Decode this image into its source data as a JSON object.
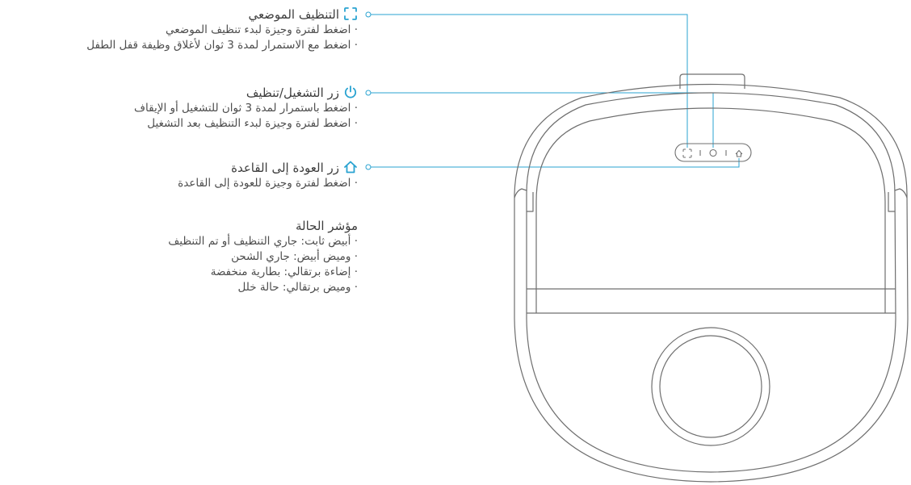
{
  "colors": {
    "accent": "#2aa3d1",
    "outline": "#6f6f6f",
    "text": "#4a4a4a"
  },
  "sections": [
    {
      "id": "spot",
      "icon": "spot-clean-icon",
      "title": "التنظيف الموضعي",
      "lines": [
        "· اضغط لفترة وجيزة لبدء تنظيف الموضعي",
        "· اضغط مع الاستمرار لمدة 3 ثوان لأغلاق وظيفة قفل الطفل"
      ]
    },
    {
      "id": "power",
      "icon": "power-icon",
      "title": "زر التشغيل/تنظيف",
      "lines": [
        "· اضغط باستمرار لمدة 3 ثوان للتشغيل أو الإيقاف",
        "· اضغط لفترة وجيزة لبدء التنظيف بعد التشغيل"
      ]
    },
    {
      "id": "dock",
      "icon": "home-icon",
      "title": "زر العودة إلى القاعدة",
      "lines": [
        "· اضغط لفترة وجيزة للعودة إلى القاعدة"
      ]
    },
    {
      "id": "status",
      "icon": "",
      "title": "مؤشر الحالة",
      "lines": [
        "· أبيض ثابت: جاري التنظيف أو تم التنظيف",
        "· وميض أبيض: جاري الشحن",
        "· إضاءة برتقالي: بطارية منخفضة",
        "· وميض برتقالي: حالة خلل"
      ]
    }
  ]
}
